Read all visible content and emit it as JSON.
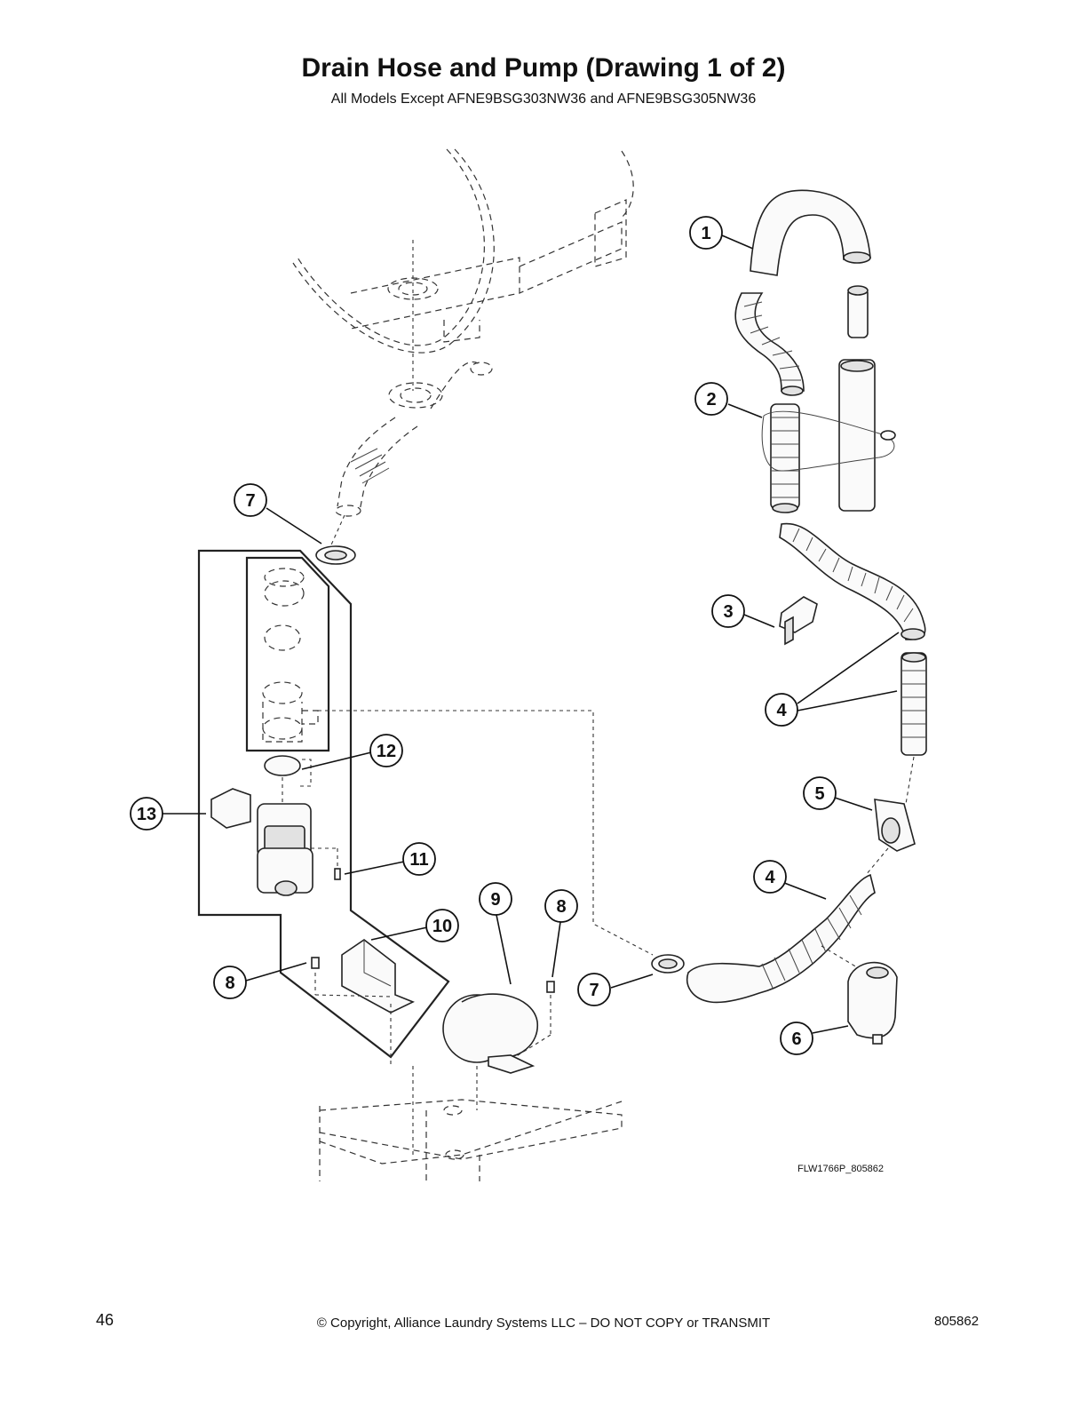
{
  "header": {
    "title": "Drain Hose and Pump (Drawing 1 of 2)",
    "subtitle": "All Models Except AFNE9BSG303NW36 and AFNE9BSG305NW36"
  },
  "callouts": {
    "c1": "1",
    "c2": "2",
    "c3": "3",
    "c4a": "4",
    "c4b": "4",
    "c5": "5",
    "c6": "6",
    "c7a": "7",
    "c7b": "7",
    "c8a": "8",
    "c8b": "8",
    "c9": "9",
    "c10": "10",
    "c11": "11",
    "c12": "12",
    "c13": "13"
  },
  "drawing_id": "FLW1766P_805862",
  "footer": {
    "page_number": "46",
    "copyright": "© Copyright, Alliance Laundry Systems LLC – DO NOT COPY or TRANSMIT",
    "doc_number": "805862"
  }
}
